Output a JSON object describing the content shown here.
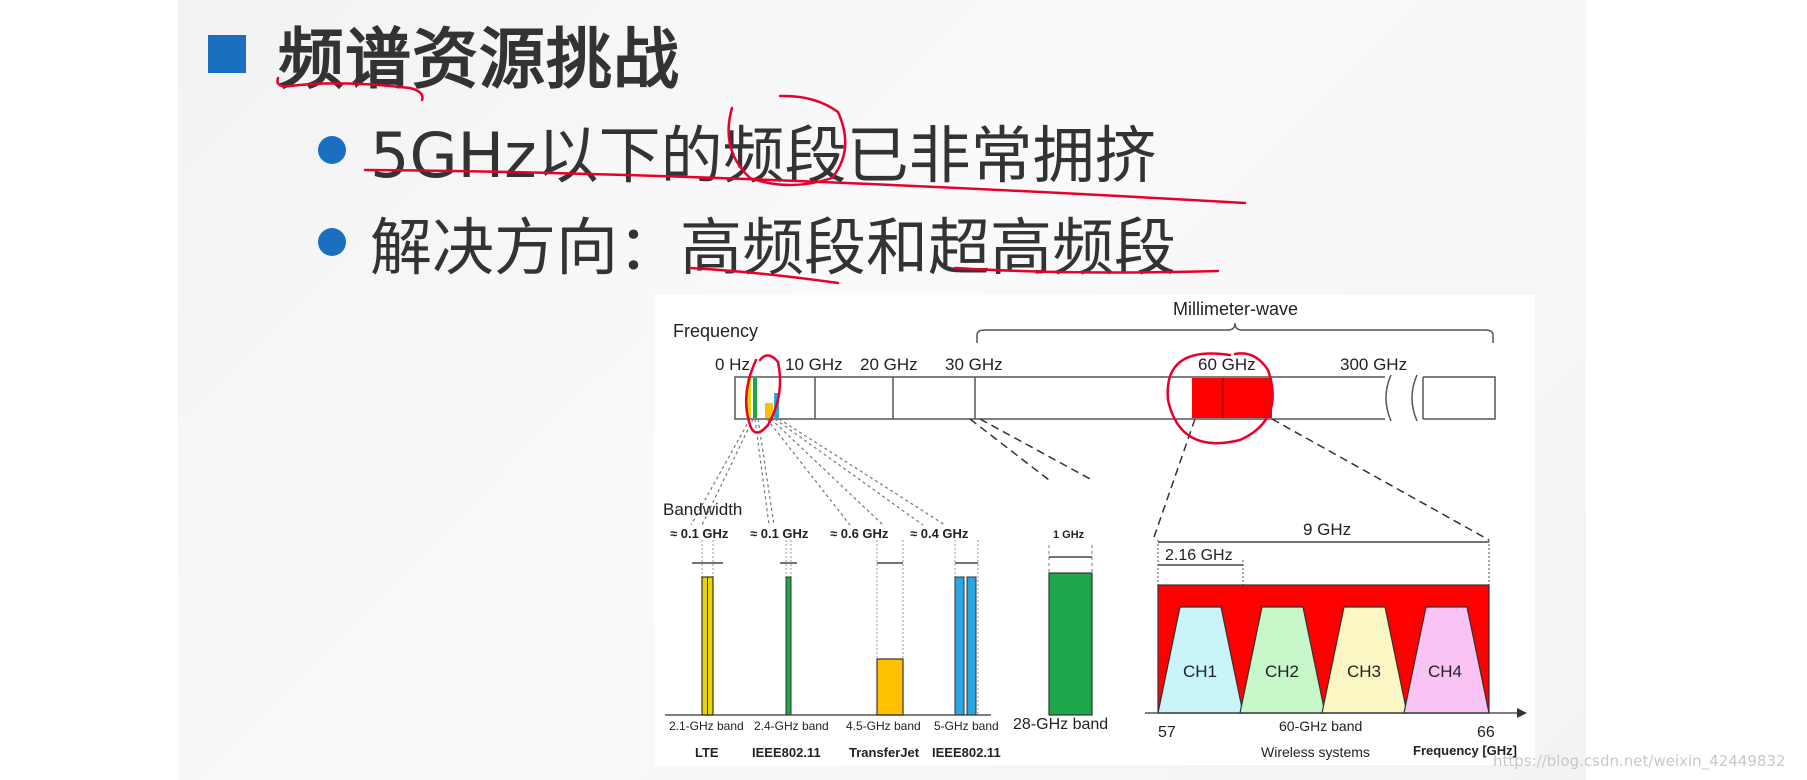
{
  "heading": "频谱资源挑战",
  "bullets": [
    "5GHz以下的频段已非常拥挤",
    "解决方向：高频段和超高频段"
  ],
  "figure": {
    "frequency_label": "Frequency",
    "mmwave_label": "Millimeter-wave",
    "freq_ticks": [
      "0 Hz",
      "10 GHz",
      "20 GHz",
      "30 GHz",
      "60 GHz",
      "300 GHz"
    ],
    "bandwidth_label": "Bandwidth",
    "bandwidths": [
      "≈ 0.1 GHz",
      "≈ 0.1 GHz",
      "≈ 0.6 GHz",
      "≈ 0.4 GHz"
    ],
    "band_labels": [
      "2.1-GHz band",
      "2.4-GHz band",
      "4.5-GHz band",
      "5-GHz band"
    ],
    "system_labels": [
      "LTE",
      "IEEE802.11",
      "TransferJet",
      "IEEE802.11"
    ],
    "band28_bw": "1 GHz",
    "band28_label": "28-GHz band",
    "bw_9": "9 GHz",
    "bw_216": "2.16 GHz",
    "channels": [
      "CH1",
      "CH2",
      "CH3",
      "CH4"
    ],
    "axis_start": "57",
    "axis_end": "66",
    "band60_label": "60-GHz band",
    "wireless_label": "Wireless systems",
    "freq_axis_label": "Frequency [GHz]"
  },
  "watermark": "https://blog.csdn.net/weixin_42449832",
  "colors": {
    "accent": "#1a6fc0",
    "red": "#ff0000",
    "yellow": "#e8d400",
    "green": "#1fa64a",
    "orange": "#ffc000",
    "blue": "#2aa6e0",
    "ch1": "#c8f4fa",
    "ch2": "#c6f7c8",
    "ch3": "#fbf7c4",
    "ch4": "#f9c4f4"
  }
}
